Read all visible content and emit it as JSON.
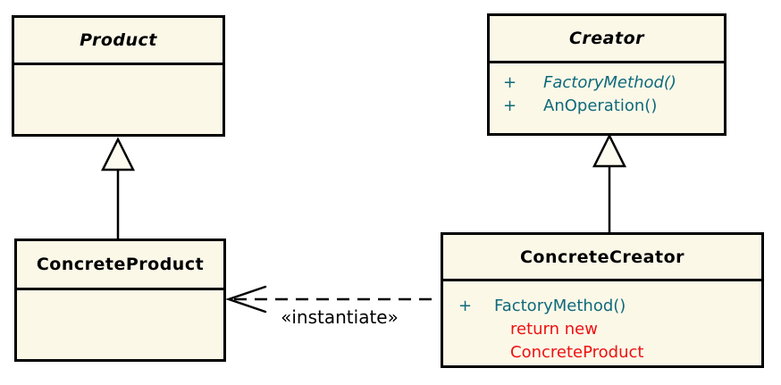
{
  "colors": {
    "box_fill": "#fcf8e8",
    "border": "#000000",
    "method_text": "#0e6a7b",
    "note_text": "#ee1111",
    "label_text": "#000000"
  },
  "classes": {
    "product": {
      "name": "Product",
      "abstract": true
    },
    "creator": {
      "name": "Creator",
      "abstract": true,
      "methods": [
        {
          "visibility": "+",
          "signature": "FactoryMethod()",
          "abstract": true
        },
        {
          "visibility": "+",
          "signature": "AnOperation()",
          "abstract": false
        }
      ]
    },
    "concrete_product": {
      "name": "ConcreteProduct",
      "abstract": false
    },
    "concrete_creator": {
      "name": "ConcreteCreator",
      "abstract": false,
      "methods": [
        {
          "visibility": "+",
          "signature": "FactoryMethod()",
          "abstract": false
        }
      ],
      "note_lines": [
        "return new",
        "ConcreteProduct"
      ]
    }
  },
  "relations": {
    "instantiate": {
      "label": "«instantiate»",
      "from": "ConcreteCreator",
      "to": "ConcreteProduct",
      "style": "dashed-open-arrow"
    },
    "generalizations": [
      {
        "from": "ConcreteProduct",
        "to": "Product"
      },
      {
        "from": "ConcreteCreator",
        "to": "Creator"
      }
    ]
  }
}
